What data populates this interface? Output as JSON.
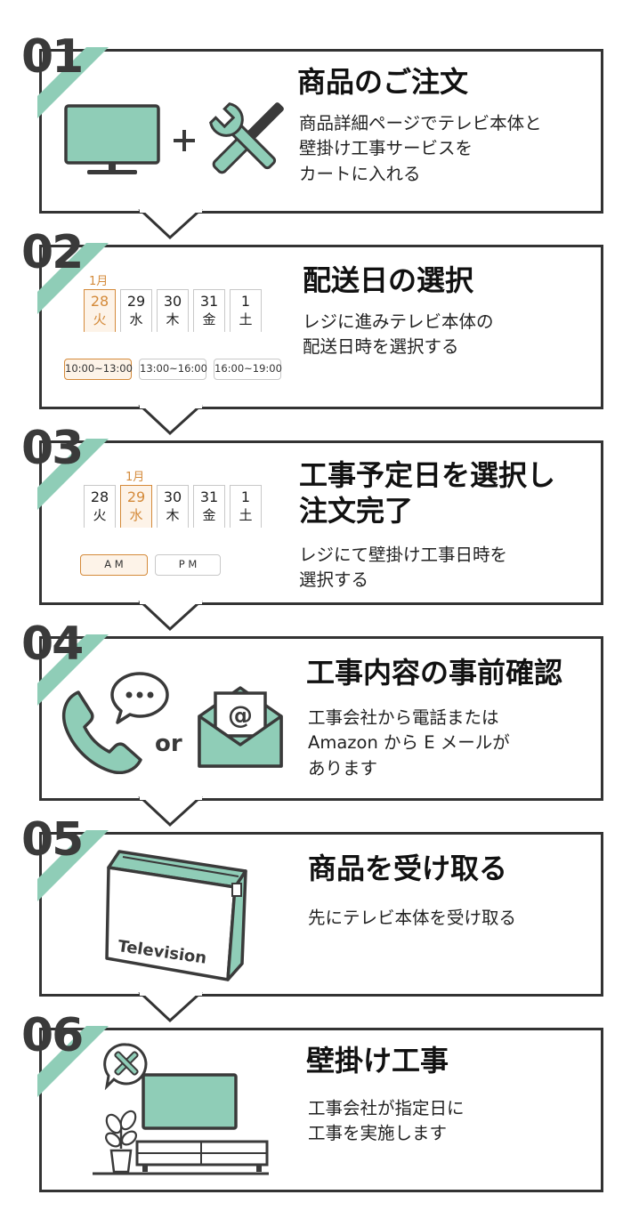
{
  "colors": {
    "accent": "#8fcdb7",
    "border": "#333333",
    "selected": "#d48a3a",
    "selected_bg": "#fdf3e8"
  },
  "steps": [
    {
      "number": "01",
      "title_lines": [
        "商品のご注文"
      ],
      "desc_lines": [
        "商品詳細ページでテレビ本体と",
        "壁掛け工事サービスを",
        "カートに入れる"
      ],
      "icons": [
        "tv-icon",
        "plus-icon",
        "tools-icon"
      ]
    },
    {
      "number": "02",
      "title_lines": [
        "配送日の選択"
      ],
      "desc_lines": [
        "レジに進みテレビ本体の",
        "配送日時を選択する"
      ],
      "calendar": {
        "month": "1月",
        "days": [
          {
            "d": "28",
            "w": "火"
          },
          {
            "d": "29",
            "w": "水"
          },
          {
            "d": "30",
            "w": "木"
          },
          {
            "d": "31",
            "w": "金"
          },
          {
            "d": "1",
            "w": "土"
          }
        ],
        "selected_index": 0,
        "slots": [
          "10:00~13:00",
          "13:00~16:00",
          "16:00~19:00"
        ],
        "selected_slot": 0
      }
    },
    {
      "number": "03",
      "title_lines": [
        "工事予定日を選択し",
        "注文完了"
      ],
      "desc_lines": [
        "レジにて壁掛け工事日時を",
        "選択する"
      ],
      "calendar": {
        "month": "1月",
        "days": [
          {
            "d": "28",
            "w": "火"
          },
          {
            "d": "29",
            "w": "水"
          },
          {
            "d": "30",
            "w": "木"
          },
          {
            "d": "31",
            "w": "金"
          },
          {
            "d": "1",
            "w": "土"
          }
        ],
        "selected_index": 1,
        "slots": [
          "A M",
          "P M"
        ],
        "selected_slot": 0
      }
    },
    {
      "number": "04",
      "title_lines": [
        "工事内容の事前確認"
      ],
      "desc_lines": [
        "工事会社から電話または",
        "Amazon から E メールが",
        "あります"
      ],
      "or_label": "or",
      "icons": [
        "phone-icon",
        "chat-bubble-icon",
        "envelope-icon"
      ]
    },
    {
      "number": "05",
      "title_lines": [
        "商品を受け取る"
      ],
      "desc_lines": [
        "先にテレビ本体を受け取る"
      ],
      "box_label": "Television",
      "icons": [
        "box-icon"
      ]
    },
    {
      "number": "06",
      "title_lines": [
        "壁掛け工事"
      ],
      "desc_lines": [
        "工事会社が指定日に",
        "工事を実施します"
      ],
      "icons": [
        "tools-badge-icon",
        "wall-tv-icon",
        "plant-icon",
        "tv-stand-icon"
      ]
    }
  ]
}
